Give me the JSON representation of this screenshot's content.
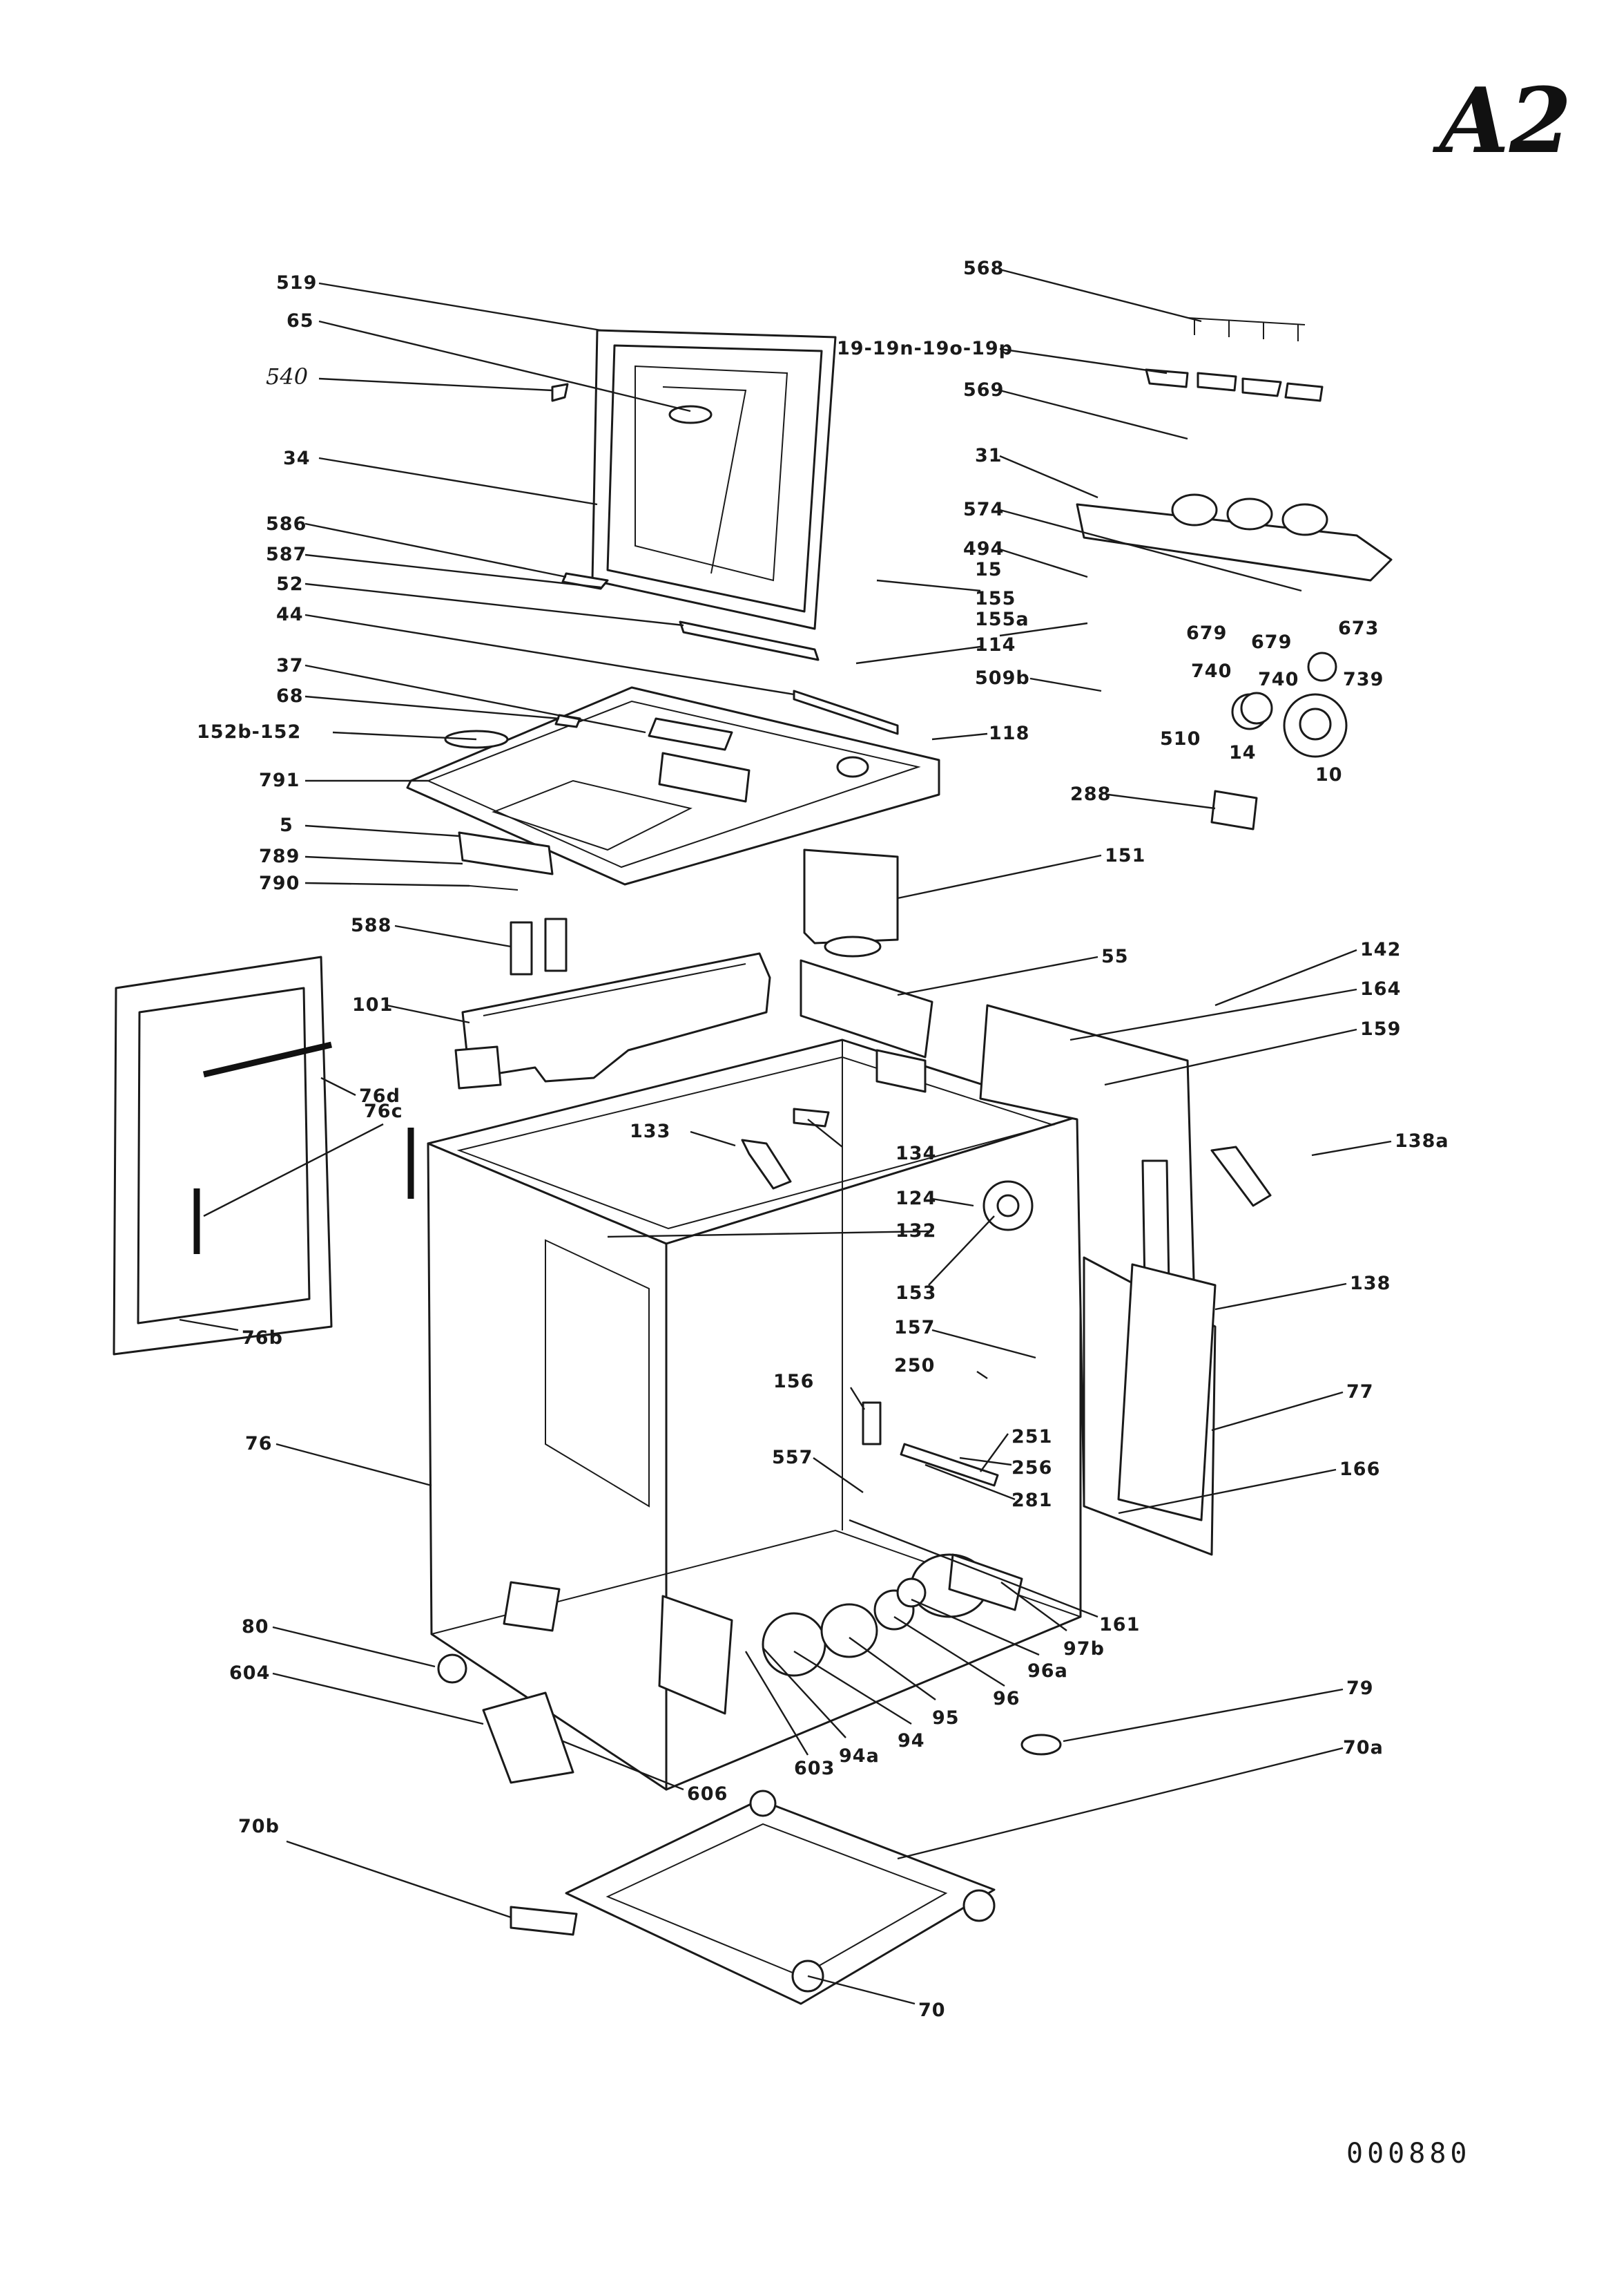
{
  "sheet": {
    "corner_mark": "A2",
    "drawing_number": "000880"
  },
  "callouts": [
    "519",
    "65",
    "540",
    "34",
    "586",
    "587",
    "52",
    "44",
    "37",
    "68",
    "152b-152",
    "791",
    "5",
    "789",
    "790",
    "588",
    "101",
    "76d",
    "76c",
    "76b",
    "76",
    "80",
    "604",
    "70b",
    "133",
    "134",
    "124",
    "132",
    "153",
    "156",
    "557",
    "250",
    "157",
    "251",
    "256",
    "281",
    "603",
    "94a",
    "94",
    "95",
    "96",
    "96a",
    "97b",
    "161",
    "606",
    "70",
    "79",
    "70a",
    "568",
    "19-19n-19o-19p",
    "569",
    "31",
    "574",
    "494",
    "15",
    "155",
    "155a",
    "114",
    "509b",
    "118",
    "679",
    "679",
    "673",
    "740",
    "740",
    "739",
    "510",
    "14",
    "10",
    "288",
    "151",
    "55",
    "142",
    "164",
    "159",
    "138a",
    "138",
    "77",
    "166"
  ]
}
